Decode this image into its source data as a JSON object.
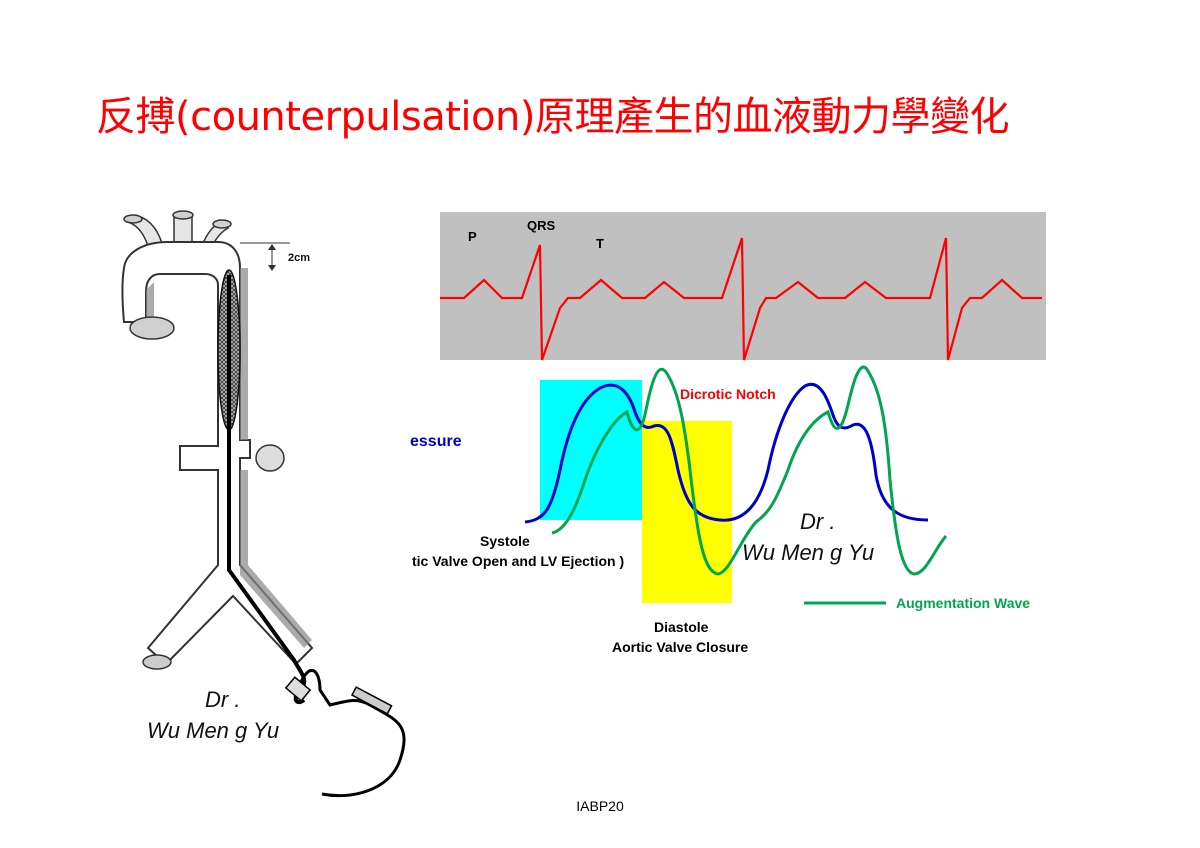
{
  "slide": {
    "title": "反搏(counterpulsation)原理產生的血液動力學變化",
    "footer": "IABP20"
  },
  "aorta_diagram": {
    "distance_label": "2cm",
    "watermark_line1": "Dr .",
    "watermark_line2": "Wu Men g Yu"
  },
  "ecg_panel": {
    "labels": {
      "p": "P",
      "qrs": "QRS",
      "t": "T"
    },
    "background": "#c0c0c0",
    "trace_color": "#ff0000"
  },
  "pressure_panel": {
    "pressure_label": "essure",
    "dicrotic_notch_label": "Dicrotic Notch",
    "systole_label": "Systole",
    "systole_sub_label": "tic Valve Open and LV Ejection )",
    "diastole_label": "Diastole",
    "diastole_sub_label": "Aortic Valve Closure",
    "augmentation_legend": "Augmentation Wave",
    "watermark_line1": "Dr .",
    "watermark_line2": "Wu Men g Yu",
    "colors": {
      "systole_box": "#00ffff",
      "diastole_box": "#ffff00",
      "pressure_line": "#0000cc",
      "augmentation_line": "#00a550",
      "notch_label": "#ff0000"
    }
  }
}
